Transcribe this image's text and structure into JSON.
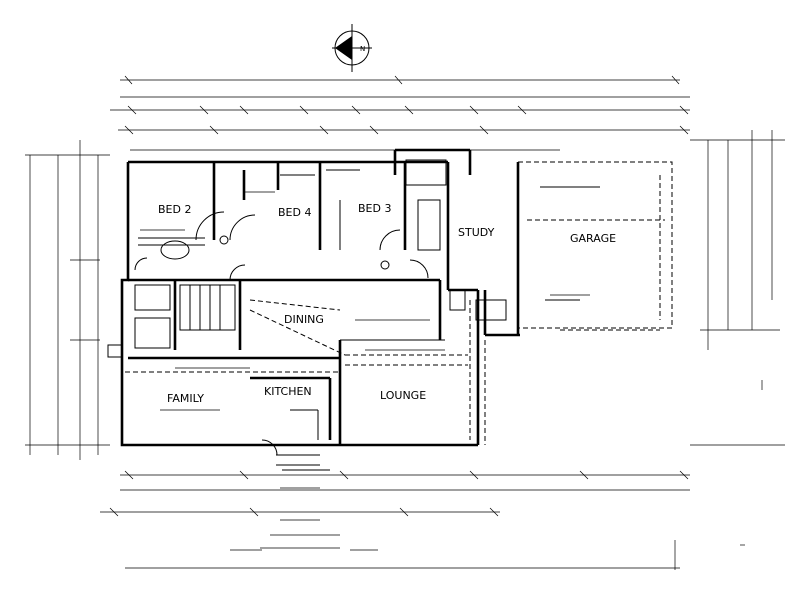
{
  "plan": {
    "north_label": "N",
    "rooms": {
      "bed2": "BED 2",
      "bed4": "BED 4",
      "bed3": "BED 3",
      "study": "STUDY",
      "garage": "GARAGE",
      "dining": "DINING",
      "family": "FAMILY",
      "kitchen": "KITCHEN",
      "lounge": "LOUNGE"
    }
  }
}
